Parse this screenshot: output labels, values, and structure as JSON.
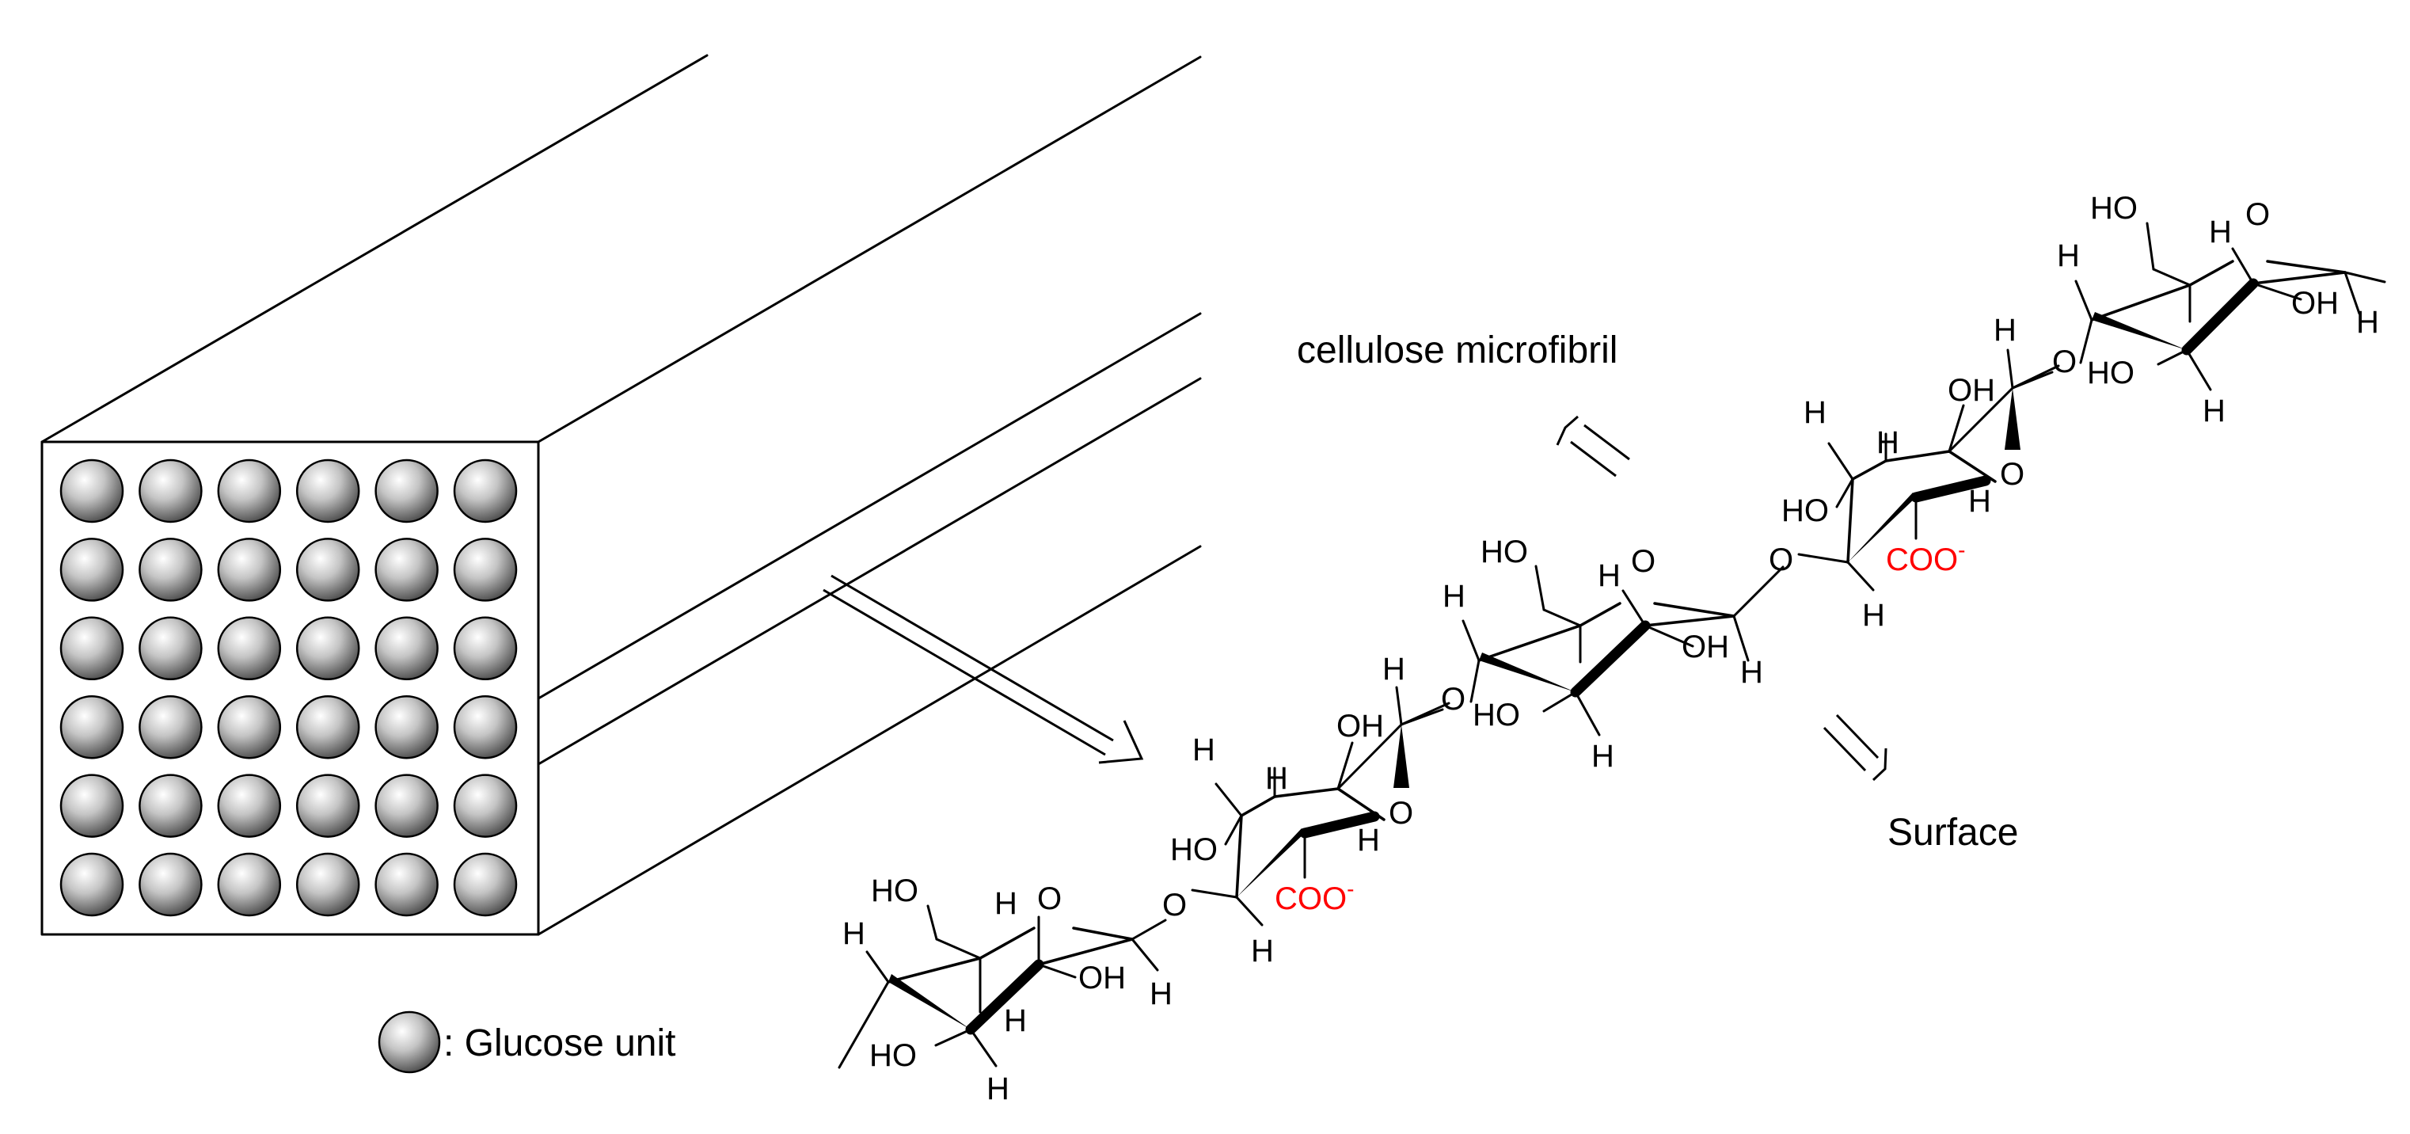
{
  "labels": {
    "microfibril": "cellulose microfibril",
    "surface": "Surface",
    "legend": ": Glucose unit"
  },
  "atoms": {
    "HO": "HO",
    "OH": "OH",
    "O": "O",
    "H": "H",
    "COO": "COO",
    "minus": "-"
  },
  "grid": {
    "rows": 6,
    "cols": 6
  },
  "colors": {
    "ink": "#000000",
    "carboxylate": "#ff0000",
    "sphere_light": "#ffffff",
    "sphere_dark": "#4a4a4a"
  },
  "icons": {
    "glucose_unit": "shaded-sphere",
    "arrow_to_chain": "hollow-double-arrow",
    "arrow_microfibril": "hollow-double-arrow",
    "arrow_surface": "hollow-double-arrow"
  }
}
